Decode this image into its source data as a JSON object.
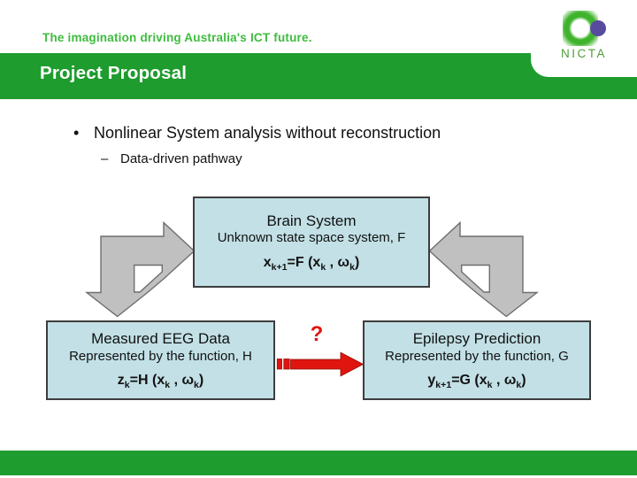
{
  "slide": {
    "tagline": "The imagination driving Australia's ICT future.",
    "title": "Project Proposal",
    "logo": {
      "text": "NICTA"
    },
    "bullet": {
      "marker": "•",
      "text": "Nonlinear System analysis without reconstruction"
    },
    "sub_bullet": {
      "marker": "–",
      "text": "Data-driven pathway"
    },
    "diagram": {
      "question_label": "?",
      "boxes": {
        "brain": {
          "title": "Brain System",
          "subtitle": "Unknown state space system, F",
          "formula": [
            {
              "t": "x",
              "s": "k+1"
            },
            {
              "t": "=F (",
              "s": ""
            },
            {
              "t": "x",
              "s": "k"
            },
            {
              "t": " , ",
              "s": ""
            },
            {
              "t": "ω",
              "s": "k"
            },
            {
              "t": ")",
              "s": ""
            }
          ]
        },
        "eeg": {
          "title": "Measured EEG Data",
          "subtitle": "Represented by the function, H",
          "formula": [
            {
              "t": "z",
              "s": "k"
            },
            {
              "t": "=H (",
              "s": ""
            },
            {
              "t": "x",
              "s": "k"
            },
            {
              "t": " , ",
              "s": ""
            },
            {
              "t": "ω",
              "s": "k"
            },
            {
              "t": ")",
              "s": ""
            }
          ]
        },
        "prediction": {
          "title": "Epilepsy Prediction",
          "subtitle": "Represented by the function, G",
          "formula": [
            {
              "t": "y",
              "s": "k+1"
            },
            {
              "t": "=G (",
              "s": ""
            },
            {
              "t": "x",
              "s": "k"
            },
            {
              "t": " , ",
              "s": ""
            },
            {
              "t": "ω",
              "s": "k"
            },
            {
              "t": ")",
              "s": ""
            }
          ]
        }
      }
    },
    "colors": {
      "banner_green": "#1e9c2e",
      "tagline_green": "#3ebc3e",
      "logo_text_green": "#4f9e3a",
      "logo_ring_green": "#3fb32c",
      "logo_dot_purple": "#584a9e",
      "box_fill": "#c2e0e6",
      "box_border": "#3d3d3d",
      "arrow_fill": "#c0c0c0",
      "arrow_border": "#6e6e6e",
      "red": "#e01510"
    }
  }
}
